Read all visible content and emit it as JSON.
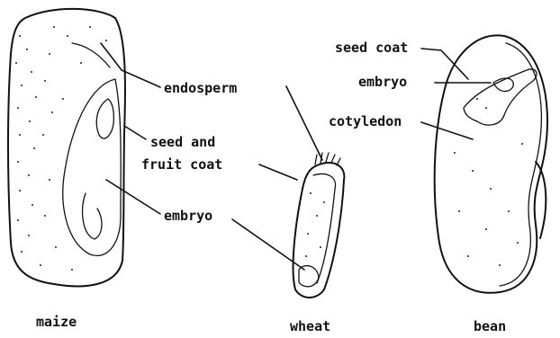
{
  "labels": {
    "endosperm": "endosperm",
    "seed_and": "seed and",
    "fruit_coat": "fruit coat",
    "embryo_maize": "embryo",
    "seed_coat": "seed coat",
    "embryo_bean": "embryo",
    "cotyledon": "cotyledon"
  },
  "captions": {
    "maize": "maize",
    "wheat": "wheat",
    "bean": "bean"
  }
}
